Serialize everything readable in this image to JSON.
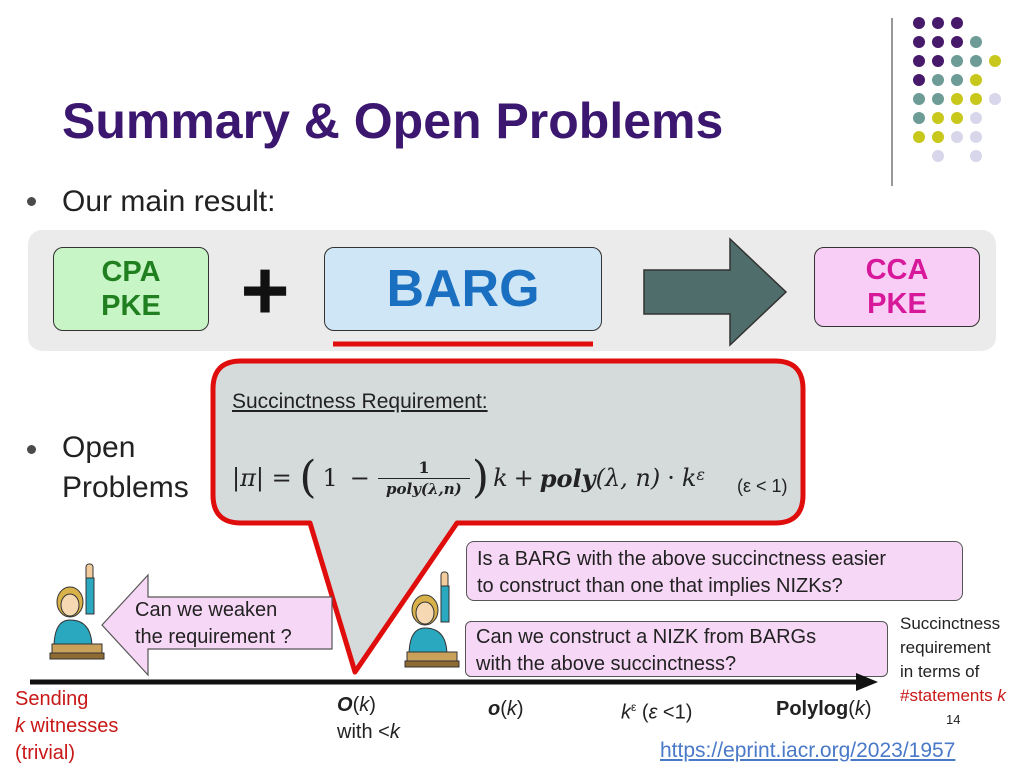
{
  "title": "Summary & Open Problems",
  "bullets": {
    "main_result": "Our main result:",
    "open_line1": "Open",
    "open_line2": "Problems"
  },
  "result_row": {
    "cpa_line1": "CPA",
    "cpa_line2": "PKE",
    "plus": "+",
    "barg": "BARG",
    "cca_line1": "CCA",
    "cca_line2": "PKE"
  },
  "succinctness": {
    "heading": "Succinctness Requirement:",
    "pi": "π",
    "one": "1",
    "poly_denominator": "poly(λ,n)",
    "k": "k",
    "poly_term": "poly",
    "args": "(λ, n)",
    "epsilon": "ε",
    "condition": "(ε < 1)"
  },
  "questions": {
    "weaken_line1": "Can we weaken",
    "weaken_line2": "the requirement ?",
    "easier_line1": "Is a BARG with the above succinctness easier",
    "easier_line2": "to construct than one that implies NIZKs?",
    "nizk_line1": "Can we construct a NIZK from BARGs",
    "nizk_line2": "with the above succinctness?"
  },
  "axis": {
    "sending_line1": "Sending",
    "sending_k": "k",
    "sending_line2": " witnesses",
    "sending_line3": "(trivial)",
    "bigO": "O",
    "bigO_arg": "k",
    "bigO_line2_prefix": "with <",
    "bigO_line2_k": "k",
    "smallo": "o",
    "smallo_arg": "k",
    "keps_k": "k",
    "keps_sup": "ε",
    "keps_cond_prefix": " (",
    "keps_cond_eps": "ε",
    "keps_cond_suffix": " <1)",
    "polylog": "Polylog",
    "polylog_arg": "k",
    "note_line1": "Succinctness",
    "note_line2": "requirement",
    "note_line3": "in terms of",
    "note_line4": "#statements",
    "note_k": "k"
  },
  "page_number": "14",
  "link": "https://eprint.iacr.org/2023/1957",
  "colors": {
    "title": "#3c1770",
    "red_outline": "#e00d0d",
    "arrow": "#4f6e6b",
    "dot_purple": "#47196b",
    "dot_teal": "#6d9b96",
    "dot_yellow": "#c8c81c",
    "dot_lavender": "#d8d6ea"
  }
}
